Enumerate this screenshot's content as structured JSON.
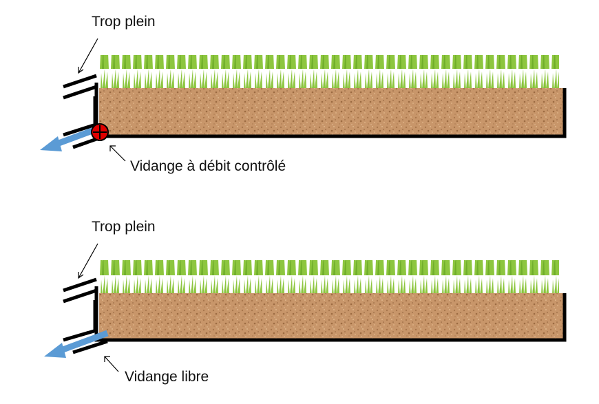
{
  "top_diagram": {
    "overflow_label": "Trop plein",
    "drain_label": "Vidange à débit contrôlé"
  },
  "bottom_diagram": {
    "overflow_label": "Trop plein",
    "drain_label": "Vidange libre"
  },
  "colors": {
    "soil": "#c9976a",
    "grass": "#8dc63f",
    "frame": "#000000",
    "flow_arrow": "#5b9bd5",
    "valve": "#e00000"
  },
  "icons": {
    "valve": "controlled-flow-valve-icon",
    "arrow": "drain-flow-arrow-icon"
  }
}
